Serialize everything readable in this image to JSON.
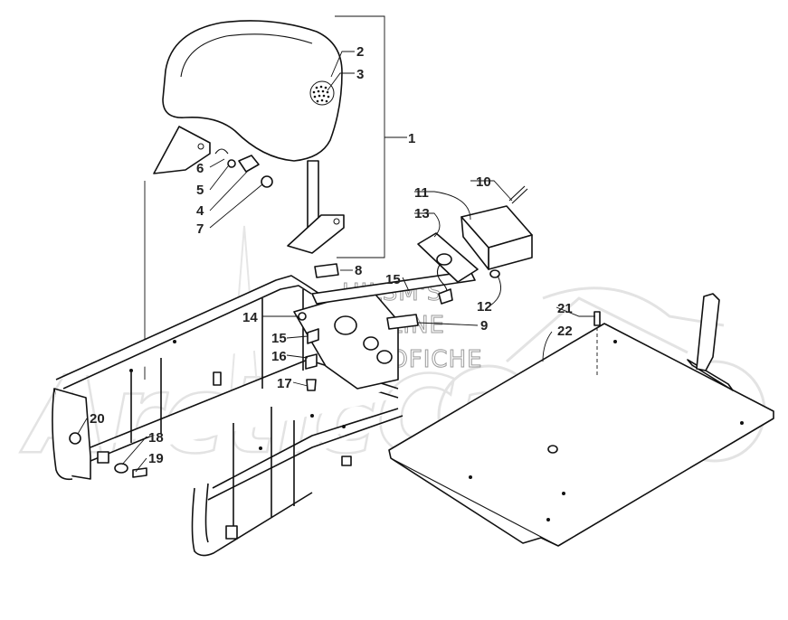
{
  "watermark": {
    "brand": "ArcticCat",
    "line1": "HILSM'S",
    "line2": "ONLINE",
    "line3": "MICROFICHE"
  },
  "callouts": [
    "1",
    "2",
    "3",
    "4",
    "5",
    "6",
    "7",
    "8",
    "9",
    "10",
    "11",
    "12",
    "13",
    "14",
    "15",
    "15",
    "16",
    "17",
    "18",
    "19",
    "20",
    "21",
    "22"
  ]
}
